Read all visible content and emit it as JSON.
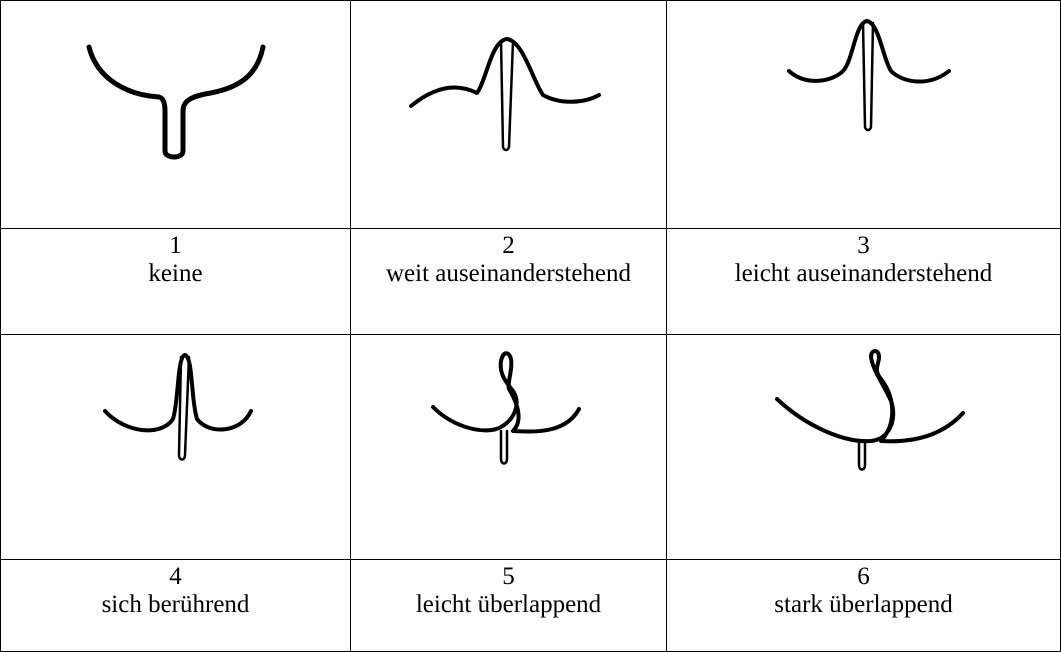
{
  "table": {
    "cells": [
      {
        "number": "1",
        "label": "keine",
        "icon": "no-overlap-shape"
      },
      {
        "number": "2",
        "label": "weit auseinanderstehend",
        "icon": "wide-apart-shape"
      },
      {
        "number": "3",
        "label": "leicht auseinanderstehend",
        "icon": "slightly-apart-shape"
      },
      {
        "number": "4",
        "label": "sich berührend",
        "icon": "touching-shape"
      },
      {
        "number": "5",
        "label": "leicht überlappend",
        "icon": "slightly-overlapping-shape"
      },
      {
        "number": "6",
        "label": "stark überlappend",
        "icon": "strongly-overlapping-shape"
      }
    ]
  }
}
